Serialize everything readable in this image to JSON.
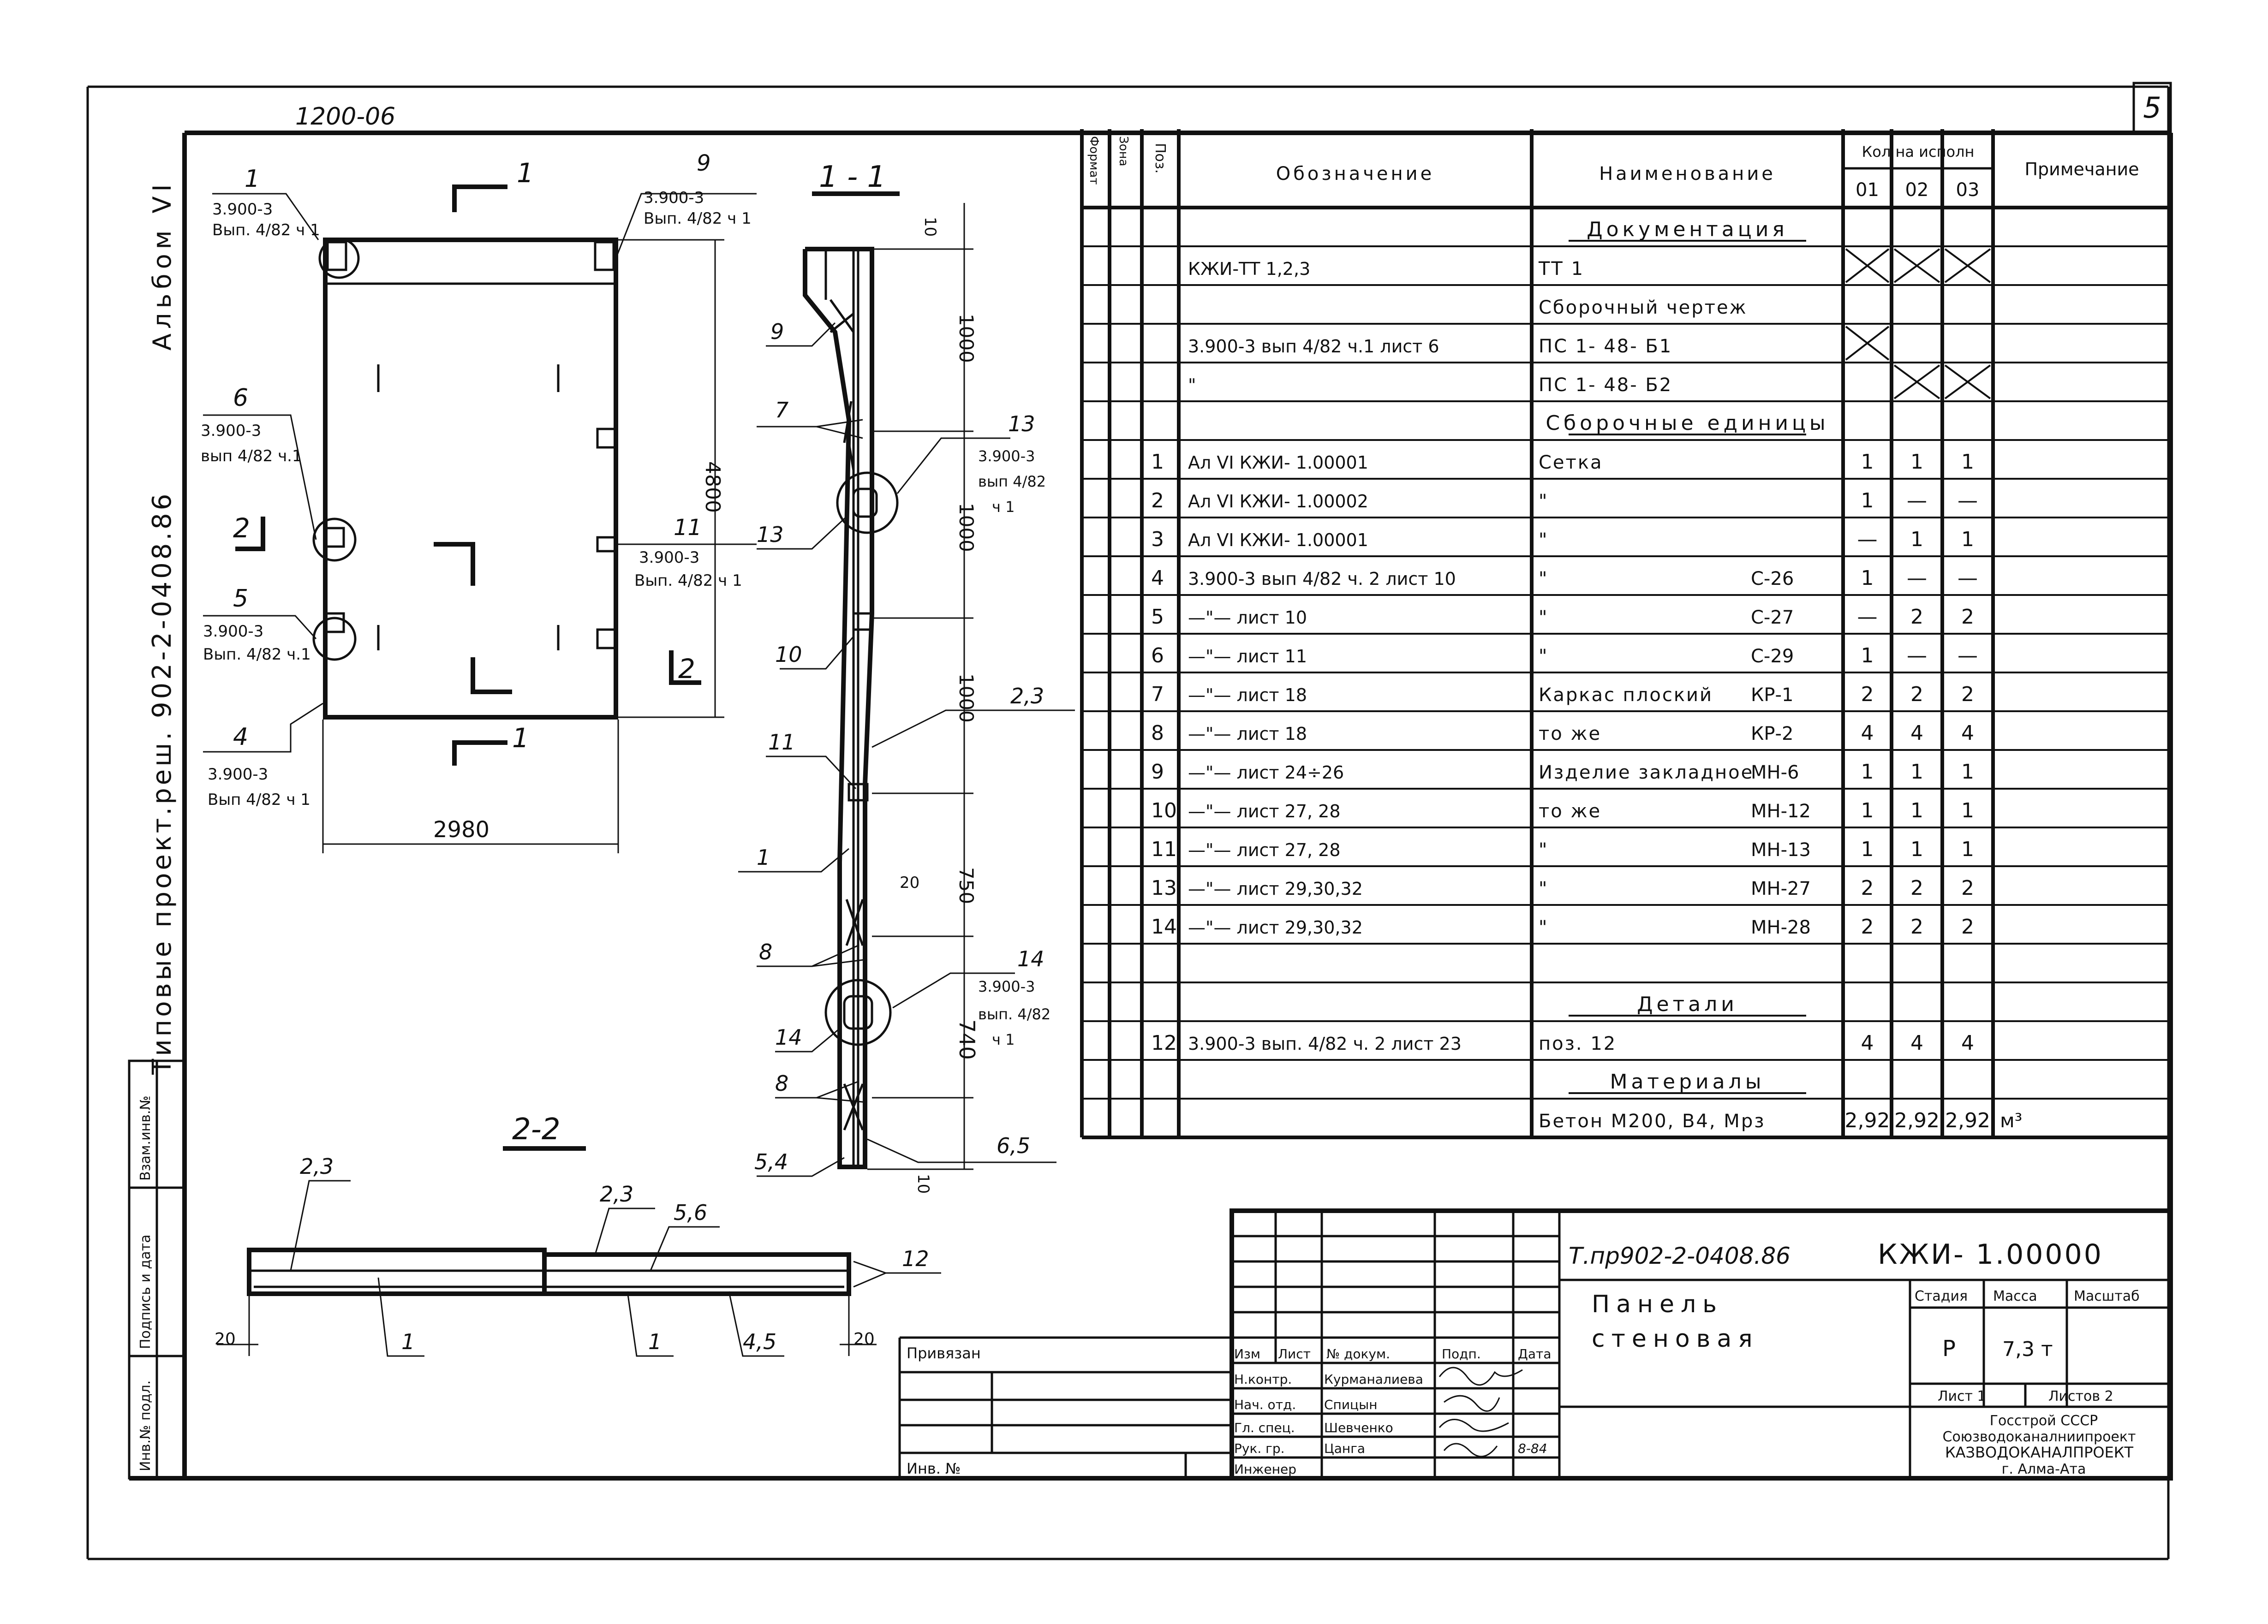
{
  "sheet_number": "5",
  "top_code": "1200-06",
  "left_margin": {
    "album": "Альбом VI",
    "project": "Типовые проект.реш. 902-2-0408.86",
    "cells": [
      "Взам.инв.№",
      "Подпись и дата",
      "Инв.№ подл."
    ]
  },
  "elevation": {
    "width_dim": "2980",
    "height_dim": "4800",
    "section_mark_1": "1",
    "section_mark_2": "2",
    "callouts": [
      {
        "num": "1",
        "ref1": "3.900-3",
        "ref2": "Вып. 4/82 ч 1"
      },
      {
        "num": "9",
        "ref1": "3.900-3",
        "ref2": "Вып. 4/82 ч 1"
      },
      {
        "num": "6",
        "ref1": "3.900-3",
        "ref2": "вып 4/82 ч.1"
      },
      {
        "num": "11",
        "ref1": "3.900-3",
        "ref2": "Вып. 4/82 ч 1"
      },
      {
        "num": "5",
        "ref1": "3.900-3",
        "ref2": "Вып. 4/82 ч.1"
      },
      {
        "num": "4",
        "ref1": "3.900-3",
        "ref2": "Вып 4/82 ч 1"
      }
    ]
  },
  "section_1_1": {
    "title": "1 - 1",
    "dims": [
      "10",
      "1000",
      "4800",
      "1000",
      "1000",
      "750",
      "740",
      "20",
      "10"
    ],
    "labels": [
      "9",
      "7",
      "13",
      "13",
      "10",
      "2,3",
      "11",
      "1",
      "8",
      "14",
      "14",
      "8",
      "5,4",
      "6,5"
    ],
    "callout_13": {
      "ref1": "3.900-3",
      "ref2": "вып 4/82",
      "ref3": "ч 1"
    },
    "callout_14": {
      "ref1": "3.900-3",
      "ref2": "вып. 4/82",
      "ref3": "ч 1"
    }
  },
  "section_2_2": {
    "title": "2-2",
    "labels": [
      "2,3",
      "2,3",
      "5,6",
      "12",
      "1",
      "1",
      "4,5"
    ],
    "dims": [
      "20",
      "20"
    ]
  },
  "spec": {
    "headers": {
      "format": "Формат",
      "zone": "Зона",
      "pos": "Поз.",
      "designation": "Обозначение",
      "name": "Наименование",
      "qty_group": "Кол на исполн",
      "q1": "01",
      "q2": "02",
      "q3": "03",
      "note": "Примечание"
    },
    "rows": [
      {
        "pos": "",
        "des": "",
        "name": "Документация",
        "name2": "",
        "q1": "",
        "q2": "",
        "q3": "",
        "note": "",
        "section": true
      },
      {
        "pos": "",
        "des": "КЖИ-ТТ 1,2,3",
        "name": "ТТ 1",
        "name2": "",
        "q1": "X",
        "q2": "X",
        "q3": "X",
        "note": ""
      },
      {
        "pos": "",
        "des": "",
        "name": "Сборочный чертеж",
        "name2": "",
        "q1": "",
        "q2": "",
        "q3": "",
        "note": ""
      },
      {
        "pos": "",
        "des": "3.900-3 вып 4/82 ч.1 лист 6",
        "name": "ПС 1- 48- Б1",
        "name2": "",
        "q1": "X",
        "q2": "",
        "q3": "",
        "note": ""
      },
      {
        "pos": "",
        "des": "\"",
        "name": "ПС 1- 48- Б2",
        "name2": "",
        "q1": "",
        "q2": "X",
        "q3": "X",
        "note": ""
      },
      {
        "pos": "",
        "des": "",
        "name": "Сборочные единицы",
        "name2": "",
        "q1": "",
        "q2": "",
        "q3": "",
        "note": "",
        "section": true
      },
      {
        "pos": "1",
        "des": "Ал VI КЖИ- 1.00001",
        "name": "Сетка",
        "name2": "",
        "q1": "1",
        "q2": "1",
        "q3": "1",
        "note": ""
      },
      {
        "pos": "2",
        "des": "Ал VI КЖИ- 1.00002",
        "name": "\"",
        "name2": "",
        "q1": "1",
        "q2": "—",
        "q3": "—",
        "note": ""
      },
      {
        "pos": "3",
        "des": "Ал VI КЖИ- 1.00001",
        "name": "\"",
        "name2": "",
        "q1": "—",
        "q2": "1",
        "q3": "1",
        "note": ""
      },
      {
        "pos": "4",
        "des": "3.900-3 вып 4/82 ч. 2 лист 10",
        "name": "\"",
        "name2": "С-26",
        "q1": "1",
        "q2": "—",
        "q3": "—",
        "note": ""
      },
      {
        "pos": "5",
        "des": "—\"— лист 10",
        "name": "\"",
        "name2": "С-27",
        "q1": "—",
        "q2": "2",
        "q3": "2",
        "note": ""
      },
      {
        "pos": "6",
        "des": "—\"— лист 11",
        "name": "\"",
        "name2": "С-29",
        "q1": "1",
        "q2": "—",
        "q3": "—",
        "note": ""
      },
      {
        "pos": "7",
        "des": "—\"— лист 18",
        "name": "Каркас плоский",
        "name2": "КР-1",
        "q1": "2",
        "q2": "2",
        "q3": "2",
        "note": ""
      },
      {
        "pos": "8",
        "des": "—\"— лист 18",
        "name": "то же",
        "name2": "КР-2",
        "q1": "4",
        "q2": "4",
        "q3": "4",
        "note": ""
      },
      {
        "pos": "9",
        "des": "—\"— лист 24÷26",
        "name": "Изделие закладное",
        "name2": "МН-6",
        "q1": "1",
        "q2": "1",
        "q3": "1",
        "note": ""
      },
      {
        "pos": "10",
        "des": "—\"— лист 27, 28",
        "name": "то же",
        "name2": "МН-12",
        "q1": "1",
        "q2": "1",
        "q3": "1",
        "note": ""
      },
      {
        "pos": "11",
        "des": "—\"— лист 27, 28",
        "name": "\"",
        "name2": "МН-13",
        "q1": "1",
        "q2": "1",
        "q3": "1",
        "note": ""
      },
      {
        "pos": "13",
        "des": "—\"— лист 29,30,32",
        "name": "\"",
        "name2": "МН-27",
        "q1": "2",
        "q2": "2",
        "q3": "2",
        "note": ""
      },
      {
        "pos": "14",
        "des": "—\"— лист 29,30,32",
        "name": "\"",
        "name2": "МН-28",
        "q1": "2",
        "q2": "2",
        "q3": "2",
        "note": ""
      },
      {
        "pos": "",
        "des": "",
        "name": "",
        "name2": "",
        "q1": "",
        "q2": "",
        "q3": "",
        "note": ""
      },
      {
        "pos": "",
        "des": "",
        "name": "Детали",
        "name2": "",
        "q1": "",
        "q2": "",
        "q3": "",
        "note": "",
        "section": true
      },
      {
        "pos": "12",
        "des": "3.900-3 вып. 4/82 ч. 2 лист 23",
        "name": "поз. 12",
        "name2": "",
        "q1": "4",
        "q2": "4",
        "q3": "4",
        "note": ""
      },
      {
        "pos": "",
        "des": "",
        "name": "Материалы",
        "name2": "",
        "q1": "",
        "q2": "",
        "q3": "",
        "note": "",
        "section": true
      },
      {
        "pos": "",
        "des": "",
        "name": "Бетон М200, В4, Мрз",
        "name2": "",
        "q1": "2,92",
        "q2": "2,92",
        "q3": "2,92",
        "note": "м³"
      }
    ]
  },
  "title_block": {
    "doc_code": "Т.пр902-2-0408.86",
    "mark": "КЖИ- 1.00000",
    "name_line1": "Панель",
    "name_line2": "стеновая",
    "privyazan": "Привязан",
    "inv": "Инв. №",
    "col_headers": [
      "Изм",
      "Лист",
      "№ докум.",
      "Подп.",
      "Дата"
    ],
    "staff": [
      {
        "role": "Н.контр.",
        "name": "Курманалиева",
        "date": ""
      },
      {
        "role": "Нач. отд.",
        "name": "Спицын",
        "date": ""
      },
      {
        "role": "Гл. спец.",
        "name": "Шевченко",
        "date": ""
      },
      {
        "role": "Рук. гр.",
        "name": "Цанга",
        "date": "8-84"
      },
      {
        "role": "Инженер",
        "name": "",
        "date": ""
      }
    ],
    "stage_label": "Стадия",
    "mass_label": "Масса",
    "scale_label": "Масштаб",
    "stage": "Р",
    "mass": "7,3 т",
    "sheet": "Лист 1",
    "sheets": "Листов 2",
    "org1": "Госстрой СССР",
    "org2": "Союзводоканалниипроект",
    "org3": "КАЗВОДОКАНАЛПРОЕКТ",
    "org4": "г. Алма-Ата"
  }
}
